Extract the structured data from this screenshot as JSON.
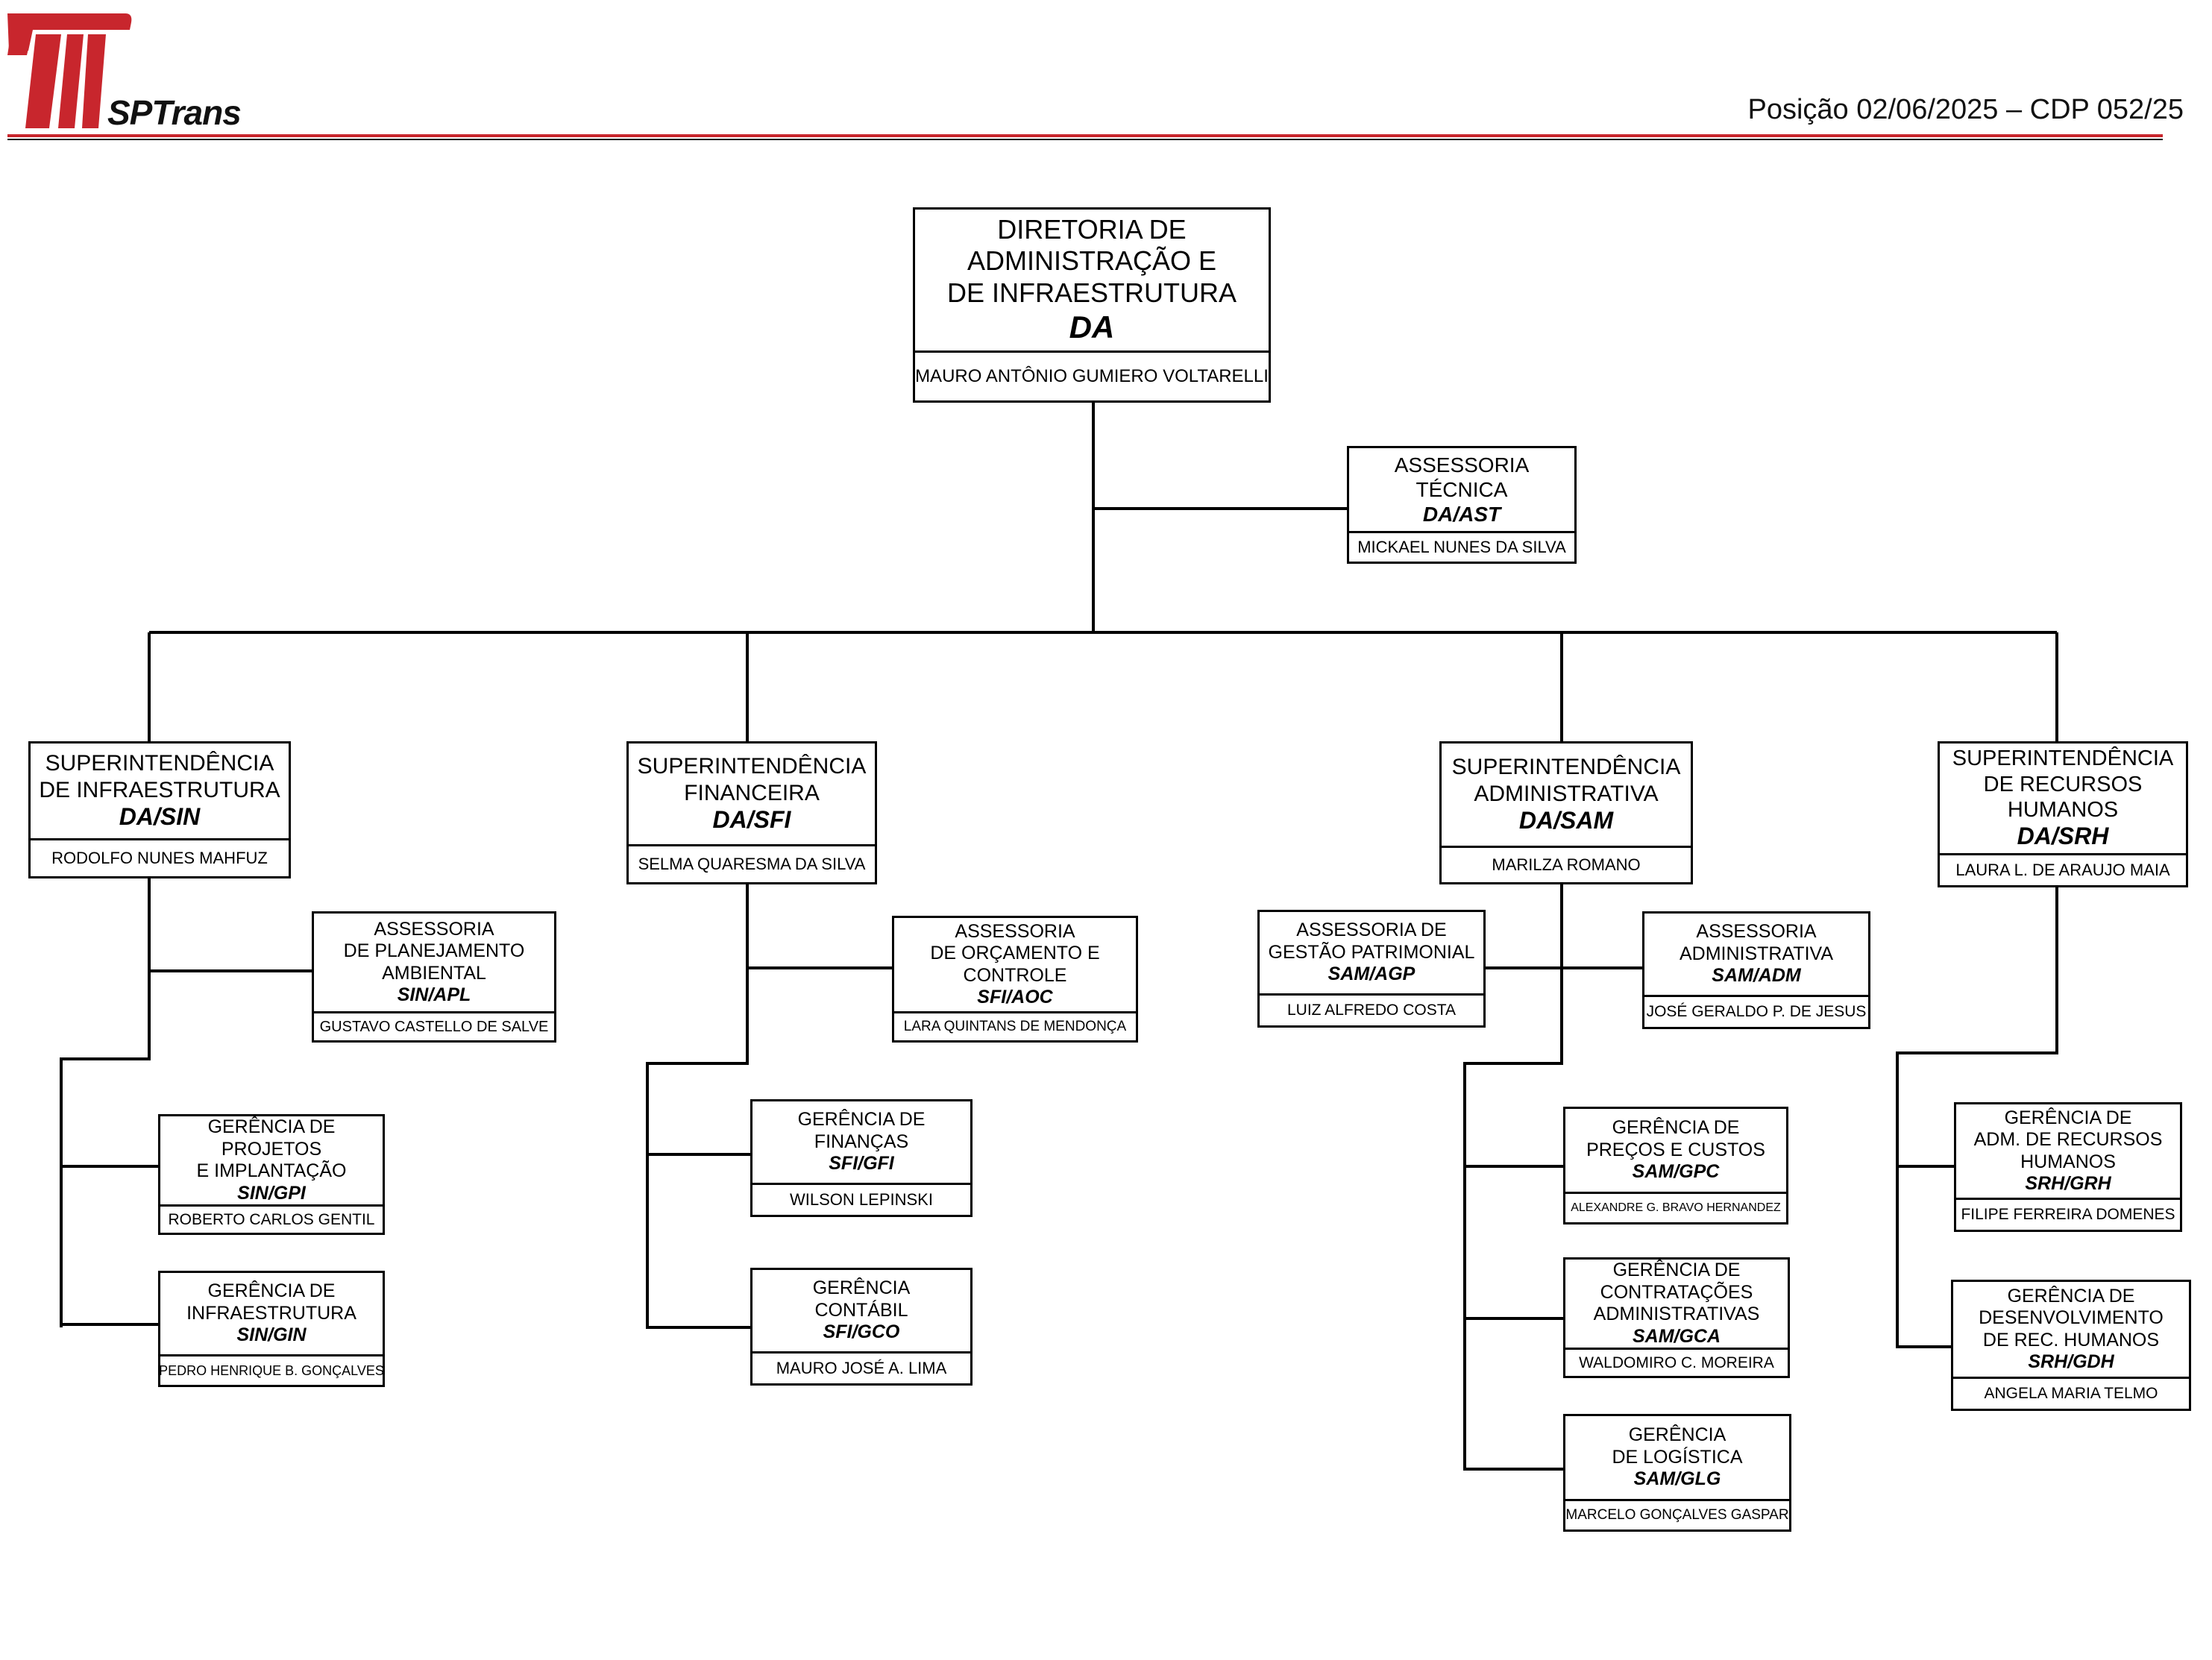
{
  "header": {
    "brand": "SPTrans",
    "position": "Posição 02/06/2025 – CDP 052/25",
    "logo_icon": "sptrans-logo-icon",
    "colors": {
      "brand_red": "#c8262d",
      "line": "#000000"
    }
  },
  "units": {
    "da": {
      "title": "DIRETORIA DE\nADMINISTRAÇÃO E\nDE INFRAESTRUTURA",
      "code": "DA",
      "head": "MAURO ANTÔNIO GUMIERO VOLTARELLI"
    },
    "ast": {
      "title": "ASSESSORIA\nTÉCNICA",
      "code": "DA/AST",
      "head": "MICKAEL NUNES DA SILVA"
    },
    "sin": {
      "title": "SUPERINTENDÊNCIA\nDE INFRAESTRUTURA",
      "code": "DA/SIN",
      "head": "RODOLFO NUNES MAHFUZ"
    },
    "apl": {
      "title": "ASSESSORIA\nDE PLANEJAMENTO\nAMBIENTAL",
      "code": "SIN/APL",
      "head": "GUSTAVO CASTELLO DE SALVE"
    },
    "gpi": {
      "title": "GERÊNCIA DE PROJETOS\nE IMPLANTAÇÃO",
      "code": "SIN/GPI",
      "head": "ROBERTO CARLOS GENTIL"
    },
    "gin": {
      "title": "GERÊNCIA DE\nINFRAESTRUTURA",
      "code": "SIN/GIN",
      "head": "PEDRO HENRIQUE B. GONÇALVES"
    },
    "sfi": {
      "title": "SUPERINTENDÊNCIA\nFINANCEIRA",
      "code": "DA/SFI",
      "head": "SELMA QUARESMA DA SILVA"
    },
    "aoc": {
      "title": "ASSESSORIA\nDE ORÇAMENTO E\nCONTROLE",
      "code": "SFI/AOC",
      "head": "LARA QUINTANS DE MENDONÇA"
    },
    "gfi": {
      "title": "GERÊNCIA DE\nFINANÇAS",
      "code": "SFI/GFI",
      "head": "WILSON LEPINSKI"
    },
    "gco": {
      "title": "GERÊNCIA\nCONTÁBIL",
      "code": "SFI/GCO",
      "head": "MAURO JOSÉ A. LIMA"
    },
    "sam": {
      "title": "SUPERINTENDÊNCIA\nADMINISTRATIVA",
      "code": "DA/SAM",
      "head": "MARILZA ROMANO"
    },
    "agp": {
      "title": "ASSESSORIA DE\nGESTÃO PATRIMONIAL",
      "code": "SAM/AGP",
      "head": "LUIZ ALFREDO COSTA"
    },
    "adm": {
      "title": "ASSESSORIA\nADMINISTRATIVA",
      "code": "SAM/ADM",
      "head": "JOSÉ GERALDO P. DE JESUS"
    },
    "gpc": {
      "title": "GERÊNCIA DE\nPREÇOS E CUSTOS",
      "code": "SAM/GPC",
      "head": "ALEXANDRE G. BRAVO HERNANDEZ"
    },
    "gca": {
      "title": "GERÊNCIA DE\nCONTRATAÇÕES\nADMINISTRATIVAS",
      "code": "SAM/GCA",
      "head": "WALDOMIRO C. MOREIRA"
    },
    "glg": {
      "title": "GERÊNCIA\nDE LOGÍSTICA",
      "code": "SAM/GLG",
      "head": "MARCELO GONÇALVES GASPAR"
    },
    "srh": {
      "title": "SUPERINTENDÊNCIA\nDE RECURSOS\nHUMANOS",
      "code": "DA/SRH",
      "head": "LAURA L. DE ARAUJO MAIA"
    },
    "grh": {
      "title": "GERÊNCIA DE\nADM. DE RECURSOS\nHUMANOS",
      "code": "SRH/GRH",
      "head": "FILIPE FERREIRA DOMENES"
    },
    "gdh": {
      "title": "GERÊNCIA DE\nDESENVOLVIMENTO\nDE REC. HUMANOS",
      "code": "SRH/GDH",
      "head": "ANGELA MARIA TELMO"
    }
  }
}
